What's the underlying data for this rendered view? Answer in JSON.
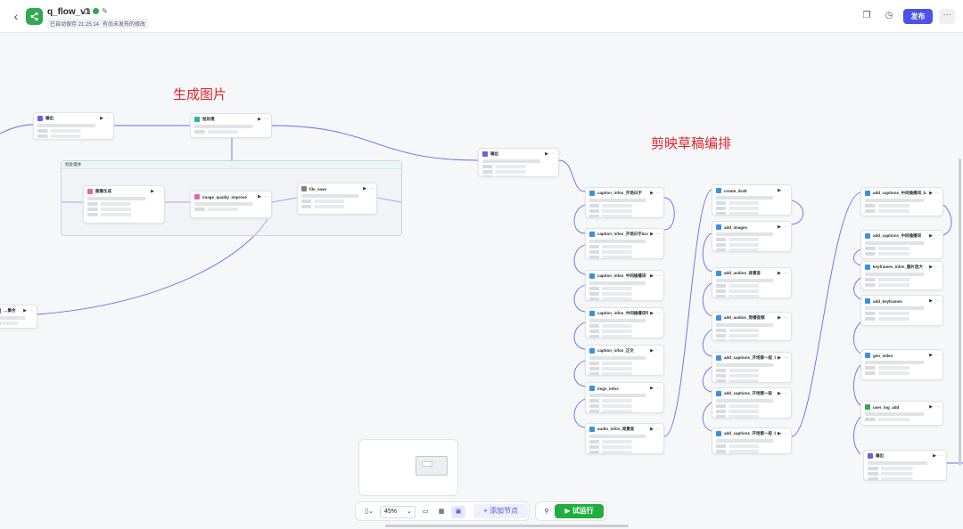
{
  "header": {
    "title": "q_flow_v1",
    "autosave": "已自动保存 21:25:14",
    "unpublished": "有尚未发布的修改",
    "publish_label": "发布",
    "more_label": "···",
    "back_icon": "chevron-left-icon"
  },
  "annotations": {
    "generate_image": "生成图片",
    "jianying_layout": "剪映草稿编排"
  },
  "groups": [
    {
      "title": "批处理体"
    }
  ],
  "nodes": [
    {
      "id": "n_out_left",
      "title": "输出",
      "color": "#6b5ce7"
    },
    {
      "id": "n_loop",
      "title": "批处理",
      "color": "#24b6a6"
    },
    {
      "id": "n_img_gen",
      "title": "图像生成",
      "color": "#e85fb8"
    },
    {
      "id": "n_img_quality",
      "title": "image_quality_improve",
      "color": "#e85fb8"
    },
    {
      "id": "n_file_save",
      "title": "file_save",
      "color": "#9a7b6a"
    },
    {
      "id": "n_left_bottom",
      "title": "…集合",
      "color": "#6b5ce7"
    },
    {
      "id": "n_out_mid",
      "title": "输出",
      "color": "#6b5ce7"
    },
    {
      "id": "n_cap1",
      "title": "caption_infos_开场白字",
      "color": "#3b8fe8"
    },
    {
      "id": "n_cap2",
      "title": "caption_infos_开场白字&cut...",
      "color": "#3b8fe8"
    },
    {
      "id": "n_cap3",
      "title": "caption_infos_中间插播词",
      "color": "#3b8fe8"
    },
    {
      "id": "n_cap4",
      "title": "caption_infos_中间插播词句...",
      "color": "#3b8fe8"
    },
    {
      "id": "n_cap5",
      "title": "caption_infos_正文",
      "color": "#3b8fe8"
    },
    {
      "id": "n_imgs_infos",
      "title": "imgs_infos",
      "color": "#3b8fe8"
    },
    {
      "id": "n_audio_infos",
      "title": "audio_infos_背景音",
      "color": "#3b8fe8"
    },
    {
      "id": "n_create_draft",
      "title": "create_draft",
      "color": "#3b8fe8"
    },
    {
      "id": "n_add_images",
      "title": "add_images",
      "color": "#3b8fe8"
    },
    {
      "id": "n_add_audios_bg",
      "title": "add_audios_背景音",
      "color": "#3b8fe8"
    },
    {
      "id": "n_add_audios_voice",
      "title": "add_audios_旁播音频",
      "color": "#3b8fe8"
    },
    {
      "id": "n_add_cap_a",
      "title": "add_captions_开场第一段_b...",
      "color": "#3b8fe8"
    },
    {
      "id": "n_add_cap_b",
      "title": "add_captions_开场第一段",
      "color": "#3b8fe8"
    },
    {
      "id": "n_add_cap_c",
      "title": "add_captions_开场第一段_b...",
      "color": "#3b8fe8"
    },
    {
      "id": "n_add_cap_r1",
      "title": "add_captions_中间插播词_b...",
      "color": "#3b8fe8"
    },
    {
      "id": "n_add_cap_r2",
      "title": "add_captions_中间插播词",
      "color": "#3b8fe8"
    },
    {
      "id": "n_keyframes",
      "title": "keyframes_infos_图片放大",
      "color": "#3b8fe8"
    },
    {
      "id": "n_add_keyframes",
      "title": "add_keyframes",
      "color": "#3b8fe8"
    },
    {
      "id": "n_gen_video",
      "title": "gen_video",
      "color": "#3b8fe8"
    },
    {
      "id": "n_user_log",
      "title": "user_log_add",
      "color": "#32a852"
    },
    {
      "id": "n_out_right",
      "title": "输出",
      "color": "#6b5ce7"
    }
  ],
  "toolbar": {
    "zoom": "45%",
    "add_node": "添加节点",
    "run": "试运行"
  }
}
